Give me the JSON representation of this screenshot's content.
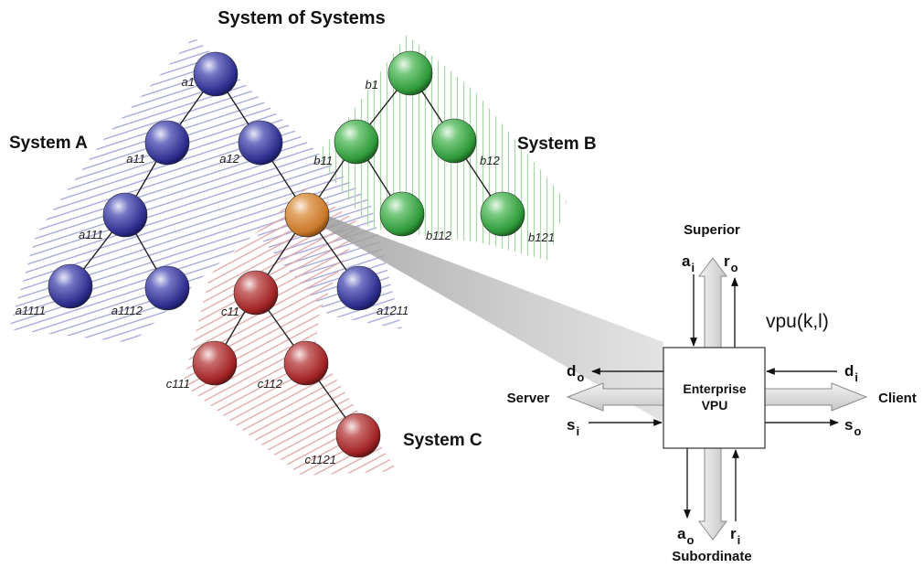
{
  "title": "System of Systems",
  "systems": [
    {
      "id": "A",
      "label": "System A",
      "color": "#2e2f8e"
    },
    {
      "id": "B",
      "label": "System B",
      "color": "#2f9a3a"
    },
    {
      "id": "C",
      "label": "System C",
      "color": "#a22426"
    }
  ],
  "shared_node_color": "#c9782a",
  "nodes": [
    {
      "id": "a1",
      "label": "a1",
      "system": "A"
    },
    {
      "id": "a11",
      "label": "a11",
      "system": "A"
    },
    {
      "id": "a12",
      "label": "a12",
      "system": "A"
    },
    {
      "id": "a111",
      "label": "a111",
      "system": "A"
    },
    {
      "id": "a1111",
      "label": "a1111",
      "system": "A"
    },
    {
      "id": "a1112",
      "label": "a1112",
      "system": "A"
    },
    {
      "id": "a1211",
      "label": "a1211",
      "system": "A"
    },
    {
      "id": "b1",
      "label": "b1",
      "system": "B"
    },
    {
      "id": "b11",
      "label": "b11",
      "system": "B"
    },
    {
      "id": "b12",
      "label": "b12",
      "system": "B"
    },
    {
      "id": "b112",
      "label": "b112",
      "system": "B"
    },
    {
      "id": "b121",
      "label": "b121",
      "system": "B"
    },
    {
      "id": "c11",
      "label": "c11",
      "system": "C"
    },
    {
      "id": "c111",
      "label": "c111",
      "system": "C"
    },
    {
      "id": "c112",
      "label": "c112",
      "system": "C"
    },
    {
      "id": "c1121",
      "label": "c1121",
      "system": "C"
    },
    {
      "id": "shared",
      "label": "",
      "system": "shared"
    }
  ],
  "edges": [
    [
      "a1",
      "a11"
    ],
    [
      "a1",
      "a12"
    ],
    [
      "a11",
      "a111"
    ],
    [
      "a111",
      "a1111"
    ],
    [
      "a111",
      "a1112"
    ],
    [
      "a12",
      "shared"
    ],
    [
      "shared",
      "a1211"
    ],
    [
      "shared",
      "c11"
    ],
    [
      "b1",
      "b11"
    ],
    [
      "b1",
      "b12"
    ],
    [
      "b11",
      "b112"
    ],
    [
      "b11",
      "shared"
    ],
    [
      "b12",
      "b121"
    ],
    [
      "c11",
      "c111"
    ],
    [
      "c11",
      "c112"
    ],
    [
      "c112",
      "c1121"
    ]
  ],
  "vpu": {
    "title": "vpu(k,l)",
    "box_lines": [
      "Enterprise",
      "VPU"
    ],
    "directions": {
      "top": "Superior",
      "bottom": "Subordinate",
      "left": "Server",
      "right": "Client"
    },
    "ports": [
      {
        "id": "ai",
        "base": "a",
        "sub": "i"
      },
      {
        "id": "ro",
        "base": "r",
        "sub": "o"
      },
      {
        "id": "do",
        "base": "d",
        "sub": "o"
      },
      {
        "id": "di",
        "base": "d",
        "sub": "i"
      },
      {
        "id": "si",
        "base": "s",
        "sub": "i"
      },
      {
        "id": "so",
        "base": "s",
        "sub": "o"
      },
      {
        "id": "ao",
        "base": "a",
        "sub": "o"
      },
      {
        "id": "ri",
        "base": "r",
        "sub": "i"
      }
    ]
  }
}
